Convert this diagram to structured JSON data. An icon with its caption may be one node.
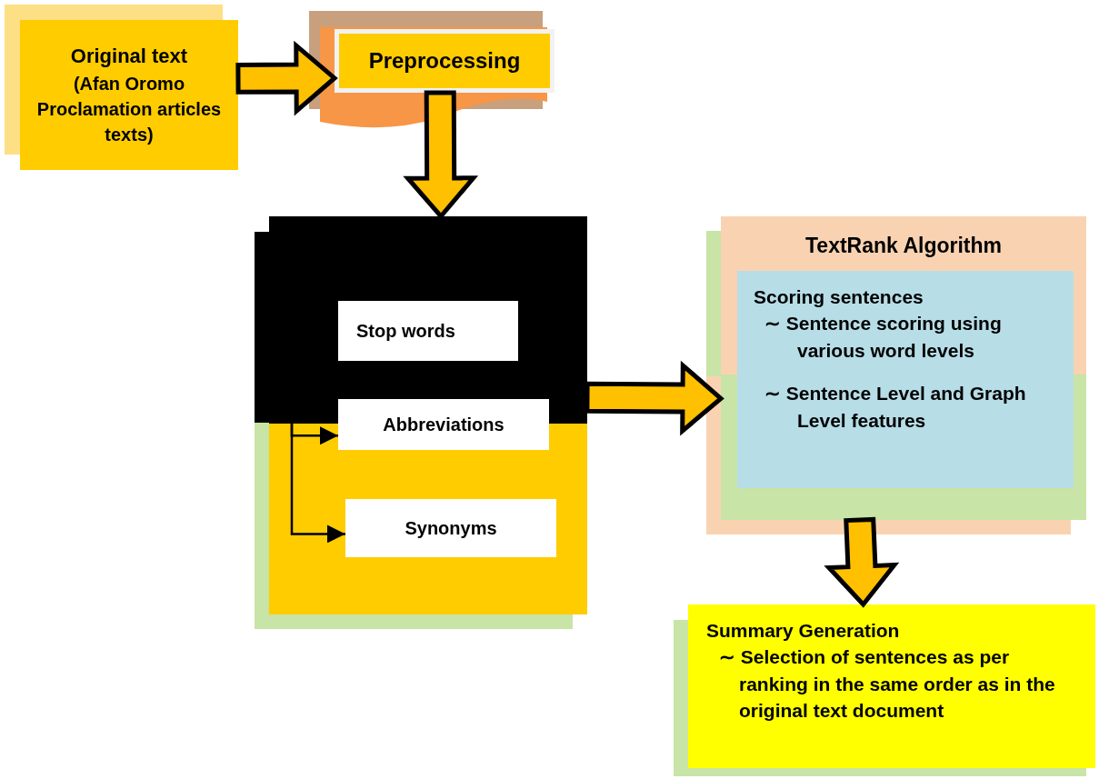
{
  "diagram": {
    "nodes": [
      {
        "text": [
          "Original text",
          "(Afan Oromo Proclamation articles texts)"
        ]
      },
      {
        "text": [
          "Preprocessing"
        ]
      },
      {
        "text": [],
        "shape": "box"
      },
      {
        "text": [
          "Stop words"
        ],
        "in": 2
      },
      {
        "text": [
          "Abbreviations"
        ],
        "in": 2
      },
      {
        "text": [
          "Synonyms"
        ],
        "in": 2
      },
      {
        "text": [
          "TextRank Algorithm"
        ]
      },
      {
        "text": [
          "Scoring sentences",
          "∼ Sentence scoring using various word levels",
          "∼ Sentence Level and Graph Level features"
        ],
        "in": 6
      },
      {
        "text": [
          "Summary Generation",
          "∼ Selection of sentences as per ranking in the same order as in the original text document"
        ]
      }
    ],
    "edges": [
      {
        "from": 0,
        "to": 1,
        "arrow": "to",
        "style": "thick"
      },
      {
        "from": 1,
        "to": 2,
        "arrow": "to",
        "style": "thick"
      },
      {
        "from": 2,
        "to": 6,
        "arrow": "to",
        "style": "thick"
      },
      {
        "from": 6,
        "to": 8,
        "arrow": "to",
        "style": "thick"
      },
      {
        "from": null,
        "to": 4,
        "arrow": "to"
      },
      {
        "from": null,
        "to": 5,
        "arrow": "to"
      }
    ]
  }
}
